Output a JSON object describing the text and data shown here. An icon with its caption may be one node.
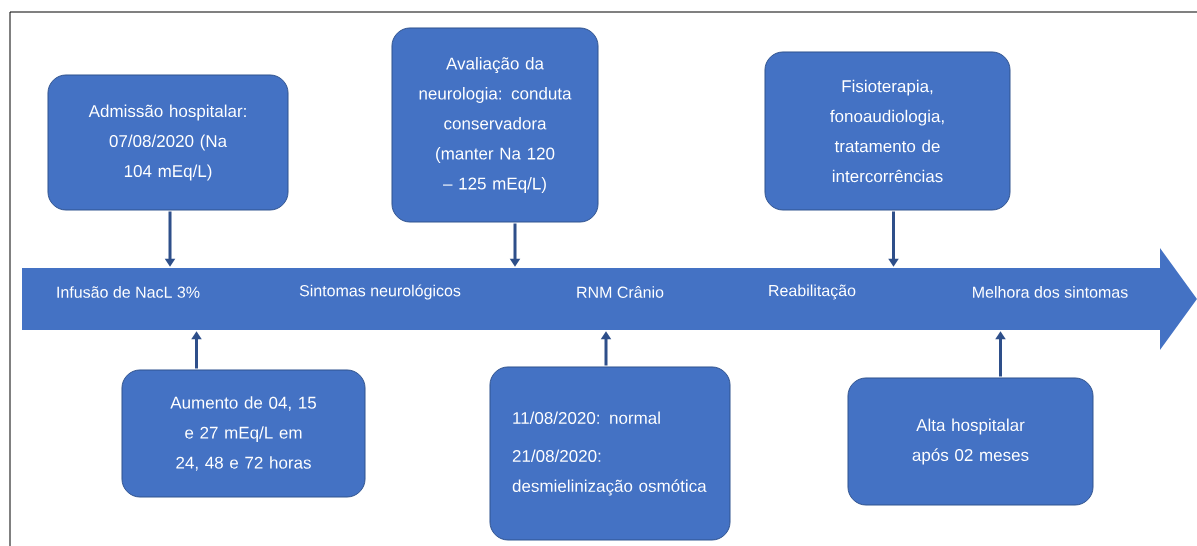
{
  "diagram": {
    "nodes": [
      {
        "text": [
          "Admissão hospitalar: 07/08/2020 (Na 104 mEq/L)"
        ]
      },
      {
        "text": [
          "Avaliação da neurologia: conduta conservadora (manter Na 120 – 125 mEq/L)"
        ]
      },
      {
        "text": [
          "Fisioterapia, fonoaudiologia, tratamento de intercorrências"
        ]
      },
      {
        "text": [
          "Infusão de NacL 3%",
          "Sintomas neurológicos",
          "RNM Crânio",
          "Reabilitação",
          "Melhora dos sintomas"
        ]
      },
      {
        "text": [
          "Aumento de 04, 15 e 27 mEq/L em 24, 48 e 72 horas"
        ]
      },
      {
        "text": [
          "11/08/2020: normal",
          "21/08/2020: desmielinização osmótica"
        ]
      },
      {
        "text": [
          "Alta hospitalar após 02 meses"
        ]
      }
    ],
    "edges": [
      {
        "from": 0,
        "to": 3,
        "arrow": "to"
      },
      {
        "from": 1,
        "to": 3,
        "arrow": "to"
      },
      {
        "from": 2,
        "to": 3,
        "arrow": "to"
      },
      {
        "from": 4,
        "to": 3,
        "arrow": "to"
      },
      {
        "from": 5,
        "to": 3,
        "arrow": "to"
      },
      {
        "from": 6,
        "to": 3,
        "arrow": "to"
      }
    ]
  }
}
